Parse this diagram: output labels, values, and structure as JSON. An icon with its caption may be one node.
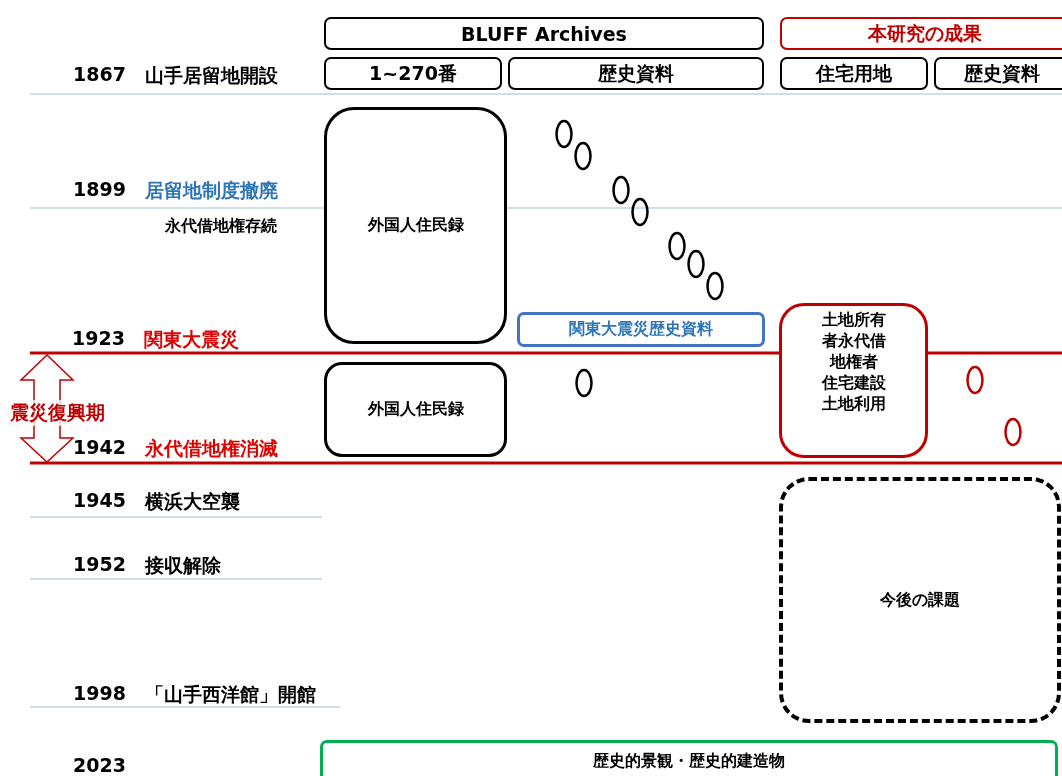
{
  "diagram": {
    "nodes": [
      {
        "text": [
          "BLUFF Archives"
        ]
      },
      {
        "text": [
          "本研究の成果"
        ]
      },
      {
        "text": [
          "1~270番"
        ]
      },
      {
        "text": [
          "歴史資料"
        ]
      },
      {
        "text": [
          "住宅用地"
        ]
      },
      {
        "text": [
          "歴史資料"
        ]
      },
      {
        "text": [
          "外国人住民録"
        ]
      },
      {
        "text": [
          "関東大震災歴史資料"
        ]
      },
      {
        "text": [
          "土地所有者永代借地権者",
          "住宅建設土地利用"
        ]
      },
      {
        "text": [
          "外国人住民録"
        ]
      },
      {
        "text": [
          "今後の課題"
        ]
      },
      {
        "text": [
          "歴史的景観・歴史的建造物"
        ]
      }
    ],
    "labels": [
      "1867",
      "山手居留地開設",
      "1899",
      "居留地制度撤廃",
      "永代借地権存続",
      "1923",
      "関東大震災",
      "震災復興期",
      "1942",
      "永代借地権消滅",
      "1945",
      "横浜大空襲",
      "1952",
      "接収解除",
      "1998",
      "「山手西洋館」開館",
      "2023"
    ]
  }
}
